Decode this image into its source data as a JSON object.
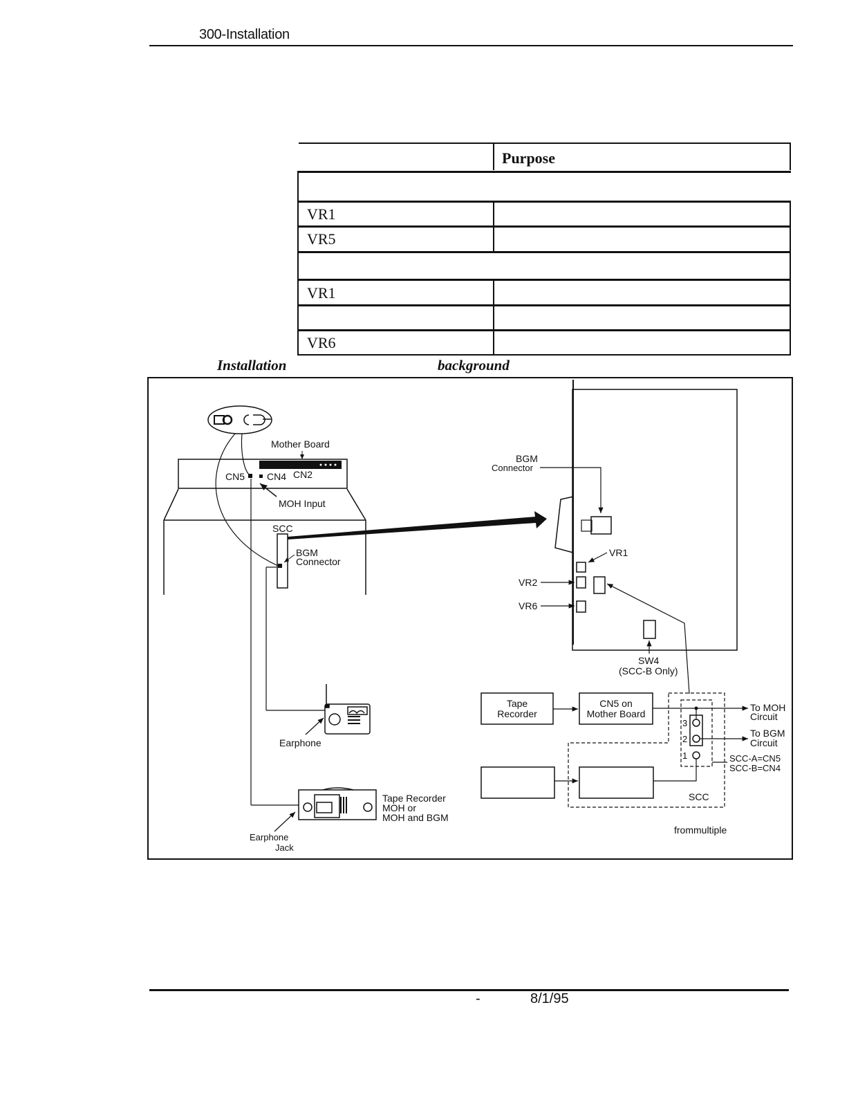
{
  "header": {
    "section_title": "300-Installation"
  },
  "table": {
    "column_headers": [
      "",
      "Purpose"
    ],
    "rows": [
      {
        "type": "group",
        "label": ""
      },
      {
        "type": "data",
        "control": "VR1",
        "purpose": ""
      },
      {
        "type": "data",
        "control": "VR5",
        "purpose": ""
      },
      {
        "type": "group",
        "label": ""
      },
      {
        "type": "data",
        "control": "VR1",
        "purpose": ""
      },
      {
        "type": "data",
        "control": "",
        "purpose": ""
      },
      {
        "type": "data",
        "control": "VR6",
        "purpose": ""
      }
    ]
  },
  "figure": {
    "caption_left": "Installation",
    "caption_mid": "background",
    "left_labels": {
      "mother_board": "Mother Board",
      "cn5": "CN5",
      "cn4": "CN4",
      "cn2": "CN2",
      "moh_input": "MOH Input",
      "scc": "SCC",
      "bgm_connector_1": "BGM",
      "bgm_connector_2": "Connector",
      "earphone_radio": "Earphone",
      "tape_recorder_1": "Tape Recorder",
      "tape_recorder_2": "MOH or",
      "tape_recorder_3": "MOH  and BGM",
      "earphone_jack_1": "Earphone",
      "earphone_jack_2": "Jack"
    },
    "right_labels": {
      "bgm_connector_1": "BGM",
      "bgm_connector_2": "Connector",
      "vr1": "VR1",
      "vr2": "VR2",
      "vr6": "VR6",
      "sw4_1": "SW4",
      "sw4_2": "(SCC-B Only)"
    },
    "block_diagram": {
      "tape_recorder_1": "Tape",
      "tape_recorder_2": "Recorder",
      "cn5_1": "CN5 on",
      "cn5_2": "Mother Board",
      "to_moh_1": "To MOH",
      "to_moh_2": "Circuit",
      "to_bgm_1": "To BGM",
      "to_bgm_2": "Circuit",
      "pin3": "3",
      "pin2": "2",
      "pin1": "1",
      "scc_a": "SCC-A=CN5",
      "scc_b": "SCC-B=CN4",
      "scc": "SCC",
      "from_multiple": "frommultiple"
    }
  },
  "footer": {
    "separator": "-",
    "date": "8/1/95"
  }
}
